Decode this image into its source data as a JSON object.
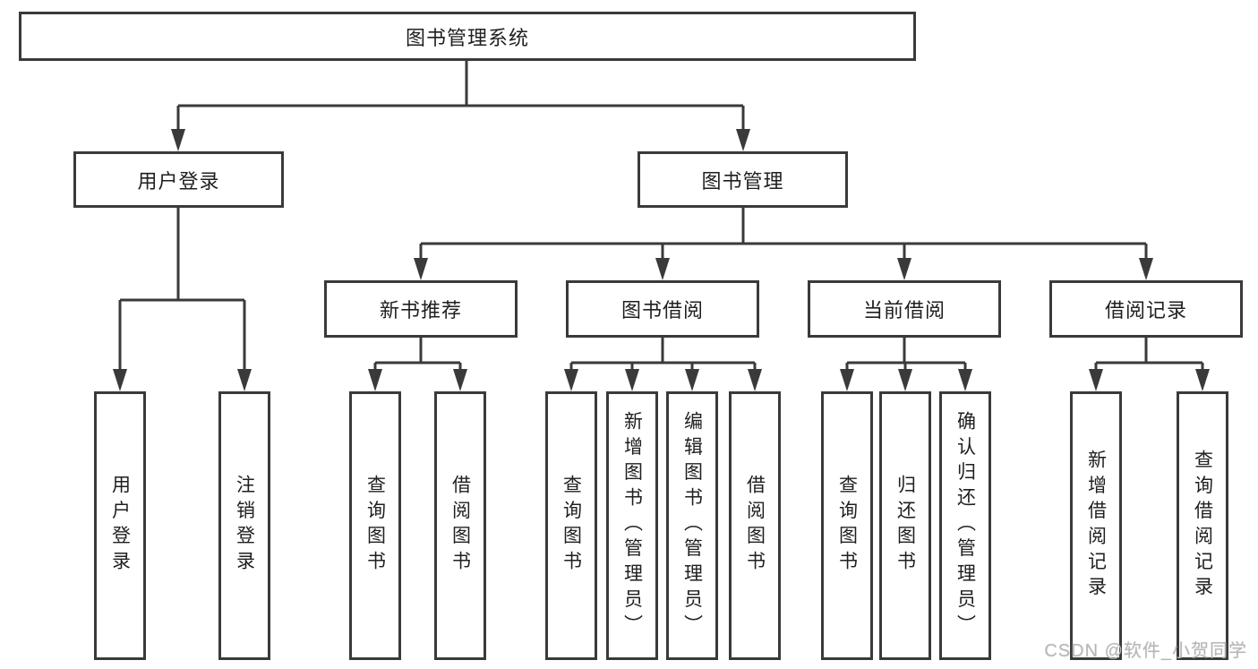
{
  "title": {
    "root": "图书管理系统"
  },
  "level2": {
    "user_login": "用户登录",
    "book_mgmt": "图书管理"
  },
  "level3": {
    "new_book": "新书推荐",
    "book_borrow": "图书借阅",
    "current_borrow": "当前借阅",
    "borrow_records": "借阅记录"
  },
  "leaves": {
    "user_login": [
      "用户登录",
      "注销登录"
    ],
    "new_book": [
      "查询图书",
      "借阅图书"
    ],
    "book_borrow": [
      "查询图书",
      "新增图书（管理员）",
      "编辑图书（管理员）",
      "借阅图书"
    ],
    "current_borrow": [
      "查询图书",
      "归还图书",
      "确认归还（管理员）"
    ],
    "borrow_records": [
      "新增借阅记录",
      "查询借阅记录"
    ]
  },
  "watermark": "CSDN @软件_小贺同学",
  "colors": {
    "line": "#3a3a3a",
    "text": "#1f1f1f",
    "watermark": "#b7b7b7",
    "background": "#ffffff"
  }
}
